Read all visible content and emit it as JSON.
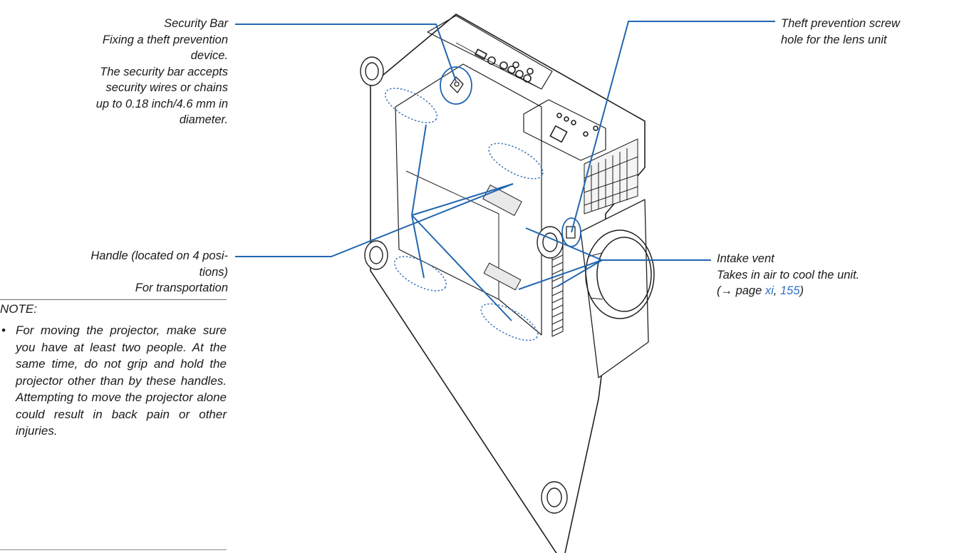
{
  "labels": {
    "security_bar": {
      "title": "Security Bar",
      "lines": [
        "Fixing a theft prevention",
        "device.",
        "The security bar accepts",
        "security wires or chains",
        "up to 0.18 inch/4.6 mm in",
        "diameter."
      ]
    },
    "handle": {
      "lines": [
        "Handle (located on 4 posi-",
        "tions)",
        "For transportation"
      ]
    },
    "theft_screw": {
      "lines": [
        "Theft prevention screw",
        "hole for the lens unit"
      ]
    },
    "intake_vent": {
      "title": "Intake vent",
      "desc": "Takes in air to cool the unit.",
      "ref_prefix": "(→ page ",
      "ref_link1": "xi",
      "ref_sep": ", ",
      "ref_link2": "155",
      "ref_suffix": ")"
    }
  },
  "note": {
    "title": "NOTE:",
    "bullet": "•",
    "text": "For moving the projector, make sure you have at least two people. At the same time, do not grip and hold the projector other than by these handles. Attempting to move the projector alone could result in back pain or other injuries."
  },
  "colors": {
    "leader": "#2266b0",
    "link": "#2e72c4",
    "outline": "#1f1f1f",
    "dotted": "#4a7fc0"
  }
}
